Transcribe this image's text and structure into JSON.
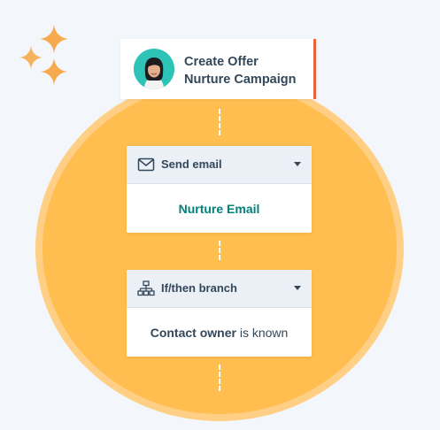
{
  "header": {
    "title_line1": "Create Offer",
    "title_line2": "Nurture Campaign"
  },
  "send_email_card": {
    "label": "Send email",
    "icon": "envelope-icon",
    "email_name": "Nurture Email"
  },
  "branch_card": {
    "label": "If/then branch",
    "icon": "branch-icon",
    "condition_property": "Contact owner",
    "condition_operator": "is known"
  },
  "colors": {
    "background": "#f3f6fa",
    "circle": "#ffbe4f",
    "circle_rim": "#ffcf86",
    "sparkle": "#f7a94d",
    "accent_bar": "#e6633b",
    "email_link": "#00807a",
    "text": "#33475b"
  }
}
